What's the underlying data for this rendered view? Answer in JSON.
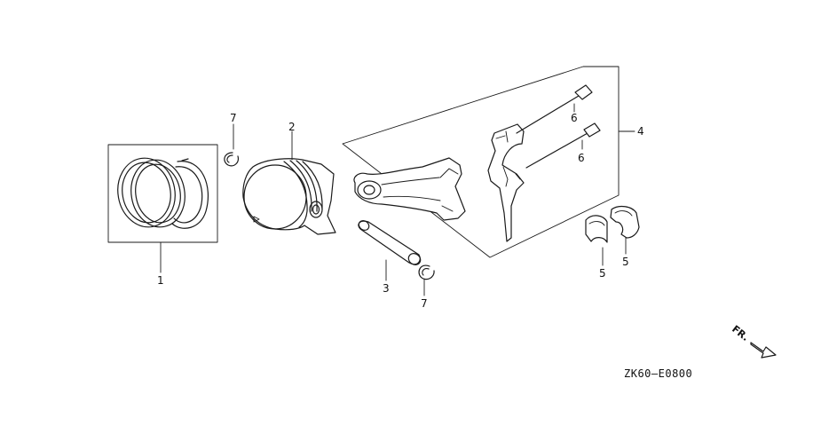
{
  "diagram": {
    "callouts": {
      "piston_rings": "1",
      "piston": "2",
      "piston_pin": "3",
      "connecting_rod_assy": "4",
      "bearing_upper": "5",
      "bearing_lower": "5",
      "rod_bolt_upper": "6",
      "rod_bolt_lower": "6",
      "pin_clip_upper": "7",
      "pin_clip_lower": "7"
    },
    "drawing_code": "ZK60—E0800",
    "front_indicator": "FR."
  }
}
